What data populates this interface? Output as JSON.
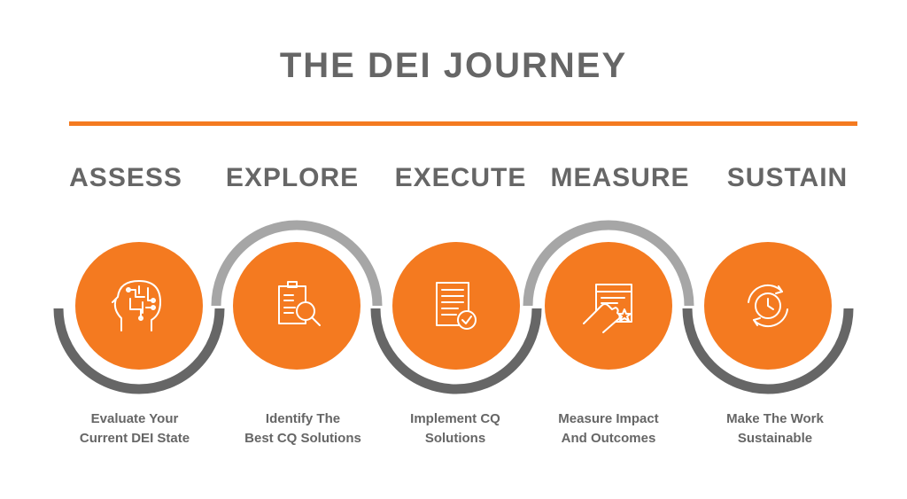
{
  "title": "THE DEI JOURNEY",
  "colors": {
    "accent": "#f47a20",
    "text": "#666666",
    "arc_dark": "#666666",
    "arc_light": "#a6a6a6"
  },
  "steps": [
    {
      "title": "ASSESS",
      "icon": "brain-head-icon",
      "desc_line1": "Evaluate Your",
      "desc_line2": "Current DEI State"
    },
    {
      "title": "EXPLORE",
      "icon": "document-search-icon",
      "desc_line1": "Identify The",
      "desc_line2": "Best CQ Solutions"
    },
    {
      "title": "EXECUTE",
      "icon": "document-check-icon",
      "desc_line1": "Implement CQ",
      "desc_line2": "Solutions"
    },
    {
      "title": "MEASURE",
      "icon": "pointer-rating-icon",
      "desc_line1": "Measure Impact",
      "desc_line2": "And Outcomes"
    },
    {
      "title": "SUSTAIN",
      "icon": "clock-cycle-icon",
      "desc_line1": "Make The Work",
      "desc_line2": "Sustainable"
    }
  ]
}
